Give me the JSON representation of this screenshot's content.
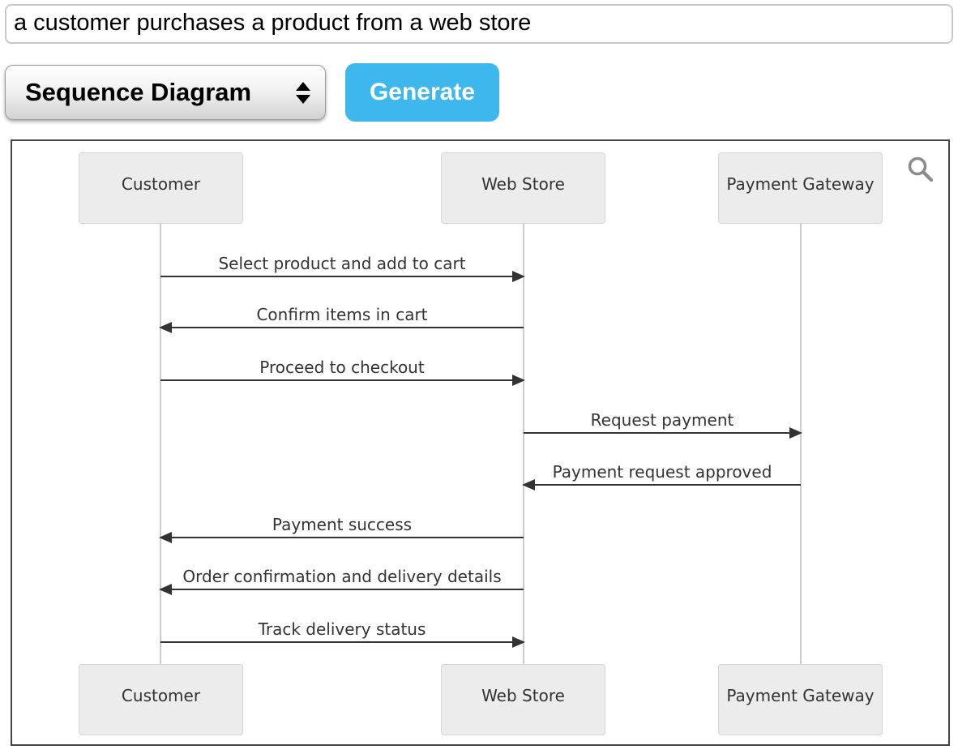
{
  "prompt": {
    "value": "a customer purchases a product from a web store"
  },
  "toolbar": {
    "diagram_type": {
      "selected": "Sequence Diagram"
    },
    "generate_label": "Generate"
  },
  "icons": {
    "select_updown": "up-down-stepper-arrows",
    "zoom": "magnifier"
  },
  "diagram": {
    "type": "sequence",
    "actors": [
      "Customer",
      "Web Store",
      "Payment Gateway"
    ],
    "messages": [
      {
        "from": "Customer",
        "to": "Web Store",
        "direction": "right",
        "label": "Select product and add to cart"
      },
      {
        "from": "Web Store",
        "to": "Customer",
        "direction": "left",
        "label": "Confirm items in cart"
      },
      {
        "from": "Customer",
        "to": "Web Store",
        "direction": "right",
        "label": "Proceed to checkout"
      },
      {
        "from": "Web Store",
        "to": "Payment Gateway",
        "direction": "right",
        "label": "Request payment"
      },
      {
        "from": "Payment Gateway",
        "to": "Web Store",
        "direction": "left",
        "label": "Payment request approved"
      },
      {
        "from": "Web Store",
        "to": "Customer",
        "direction": "left",
        "label": "Payment success"
      },
      {
        "from": "Web Store",
        "to": "Customer",
        "direction": "left",
        "label": "Order confirmation and delivery details"
      },
      {
        "from": "Customer",
        "to": "Web Store",
        "direction": "right",
        "label": "Track delivery status"
      }
    ],
    "colors": {
      "accent_blue": "#3eb8ec",
      "actor_fill": "#ececec",
      "actor_border": "#d5d5d5",
      "lifeline": "#cccccc",
      "message_line": "#333333",
      "message_text": "#333333",
      "panel_border": "#444444",
      "zoom_icon": "#8c8c8c"
    }
  }
}
